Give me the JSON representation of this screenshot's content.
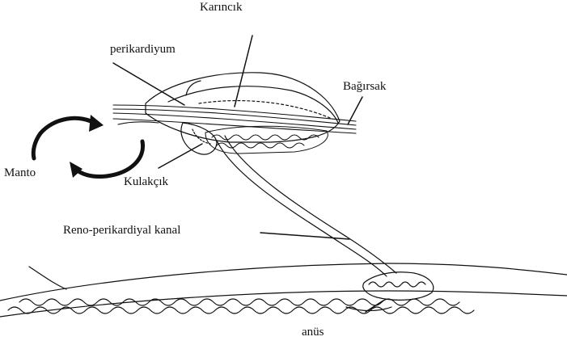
{
  "labels": {
    "karincik": "Karıncık",
    "perikardiyum": "perikardiyum",
    "bagirsak": "Bağırsak",
    "manto": "Manto",
    "kulakcik": "Kulakçık",
    "reno_perikardiyal_kanal": "Reno-perikardiyal kanal",
    "anus": "anüs"
  },
  "colors": {
    "ink": "#111111",
    "background": "#ffffff"
  },
  "icons": {
    "circulation_arrows": "circular-arrows-icon"
  }
}
